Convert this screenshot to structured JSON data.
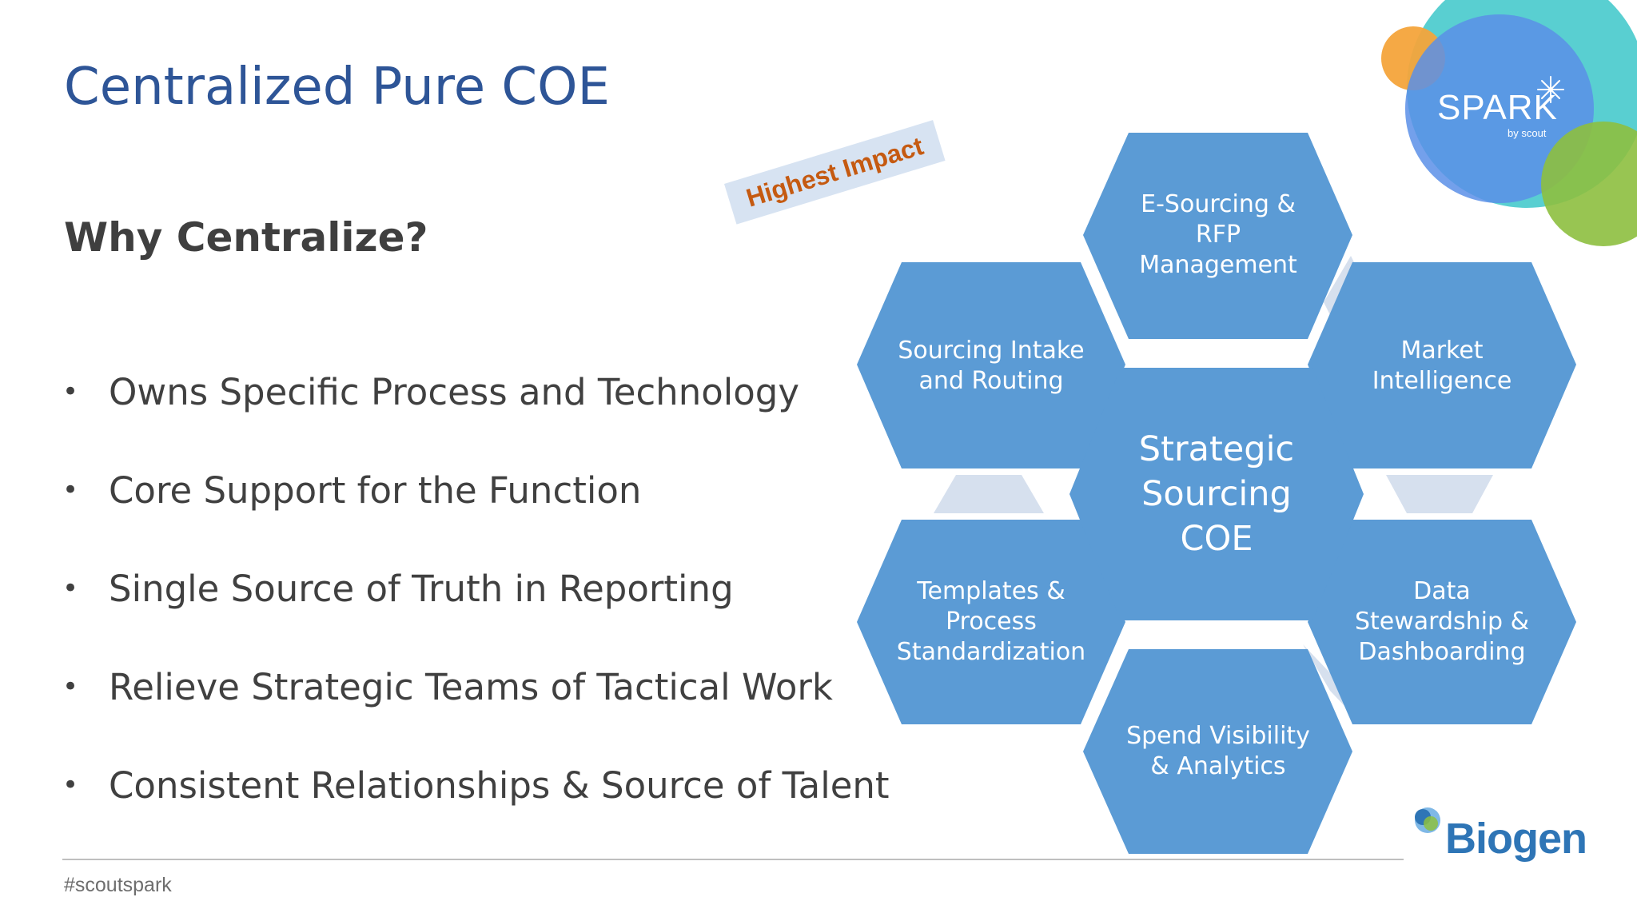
{
  "slide": {
    "title": "Centralized Pure COE",
    "subtitle": "Why Centralize?",
    "bullets": [
      "Owns Specific Process and Technology",
      "Core Support for the Function",
      "Single Source of Truth in Reporting",
      "Relieve Strategic Teams of Tactical Work",
      "Consistent Relationships & Source of Talent"
    ],
    "bullet_symbol": "•",
    "hashtag": "#scoutspark"
  },
  "callout": {
    "text": "Highest Impact"
  },
  "diagram": {
    "center": [
      "Strategic",
      "Sourcing",
      "COE"
    ],
    "hexagons": [
      {
        "id": "e-sourcing",
        "lines": [
          "E-Sourcing &",
          "RFP",
          "Management"
        ]
      },
      {
        "id": "market",
        "lines": [
          "Market",
          "Intelligence"
        ]
      },
      {
        "id": "data",
        "lines": [
          "Data",
          "Stewardship &",
          "Dashboarding"
        ]
      },
      {
        "id": "spend",
        "lines": [
          "Spend Visibility",
          "& Analytics"
        ]
      },
      {
        "id": "templates",
        "lines": [
          "Templates &",
          "Process",
          "Standardization"
        ]
      },
      {
        "id": "intake",
        "lines": [
          "Sourcing Intake",
          "and Routing"
        ]
      }
    ],
    "colors": {
      "hexagon": "#5b9bd5",
      "connector": "#d6e0ee",
      "text": "#ffffff"
    }
  },
  "logos": {
    "spark": {
      "name": "SPARK",
      "by": "by scout"
    },
    "biogen": {
      "name": "Biogen"
    }
  },
  "colors": {
    "title": "#2e5597",
    "body_text": "#404040",
    "accent": "#c55a11"
  }
}
